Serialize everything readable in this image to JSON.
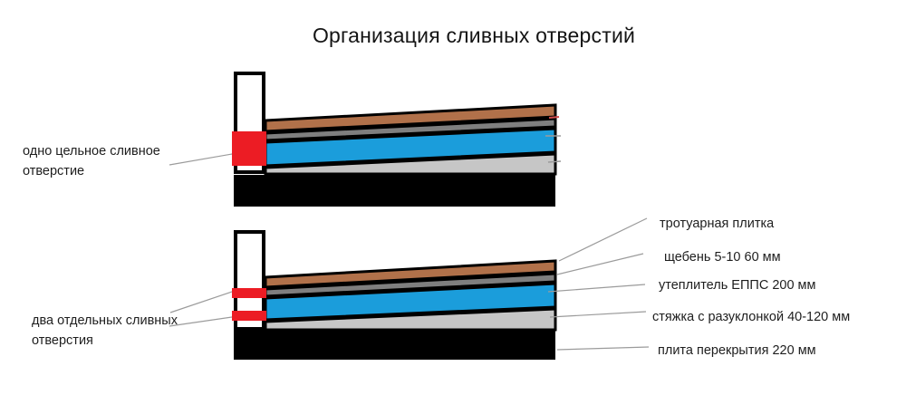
{
  "title": "Организация сливных отверстий",
  "colors": {
    "tile_brown": "#B1714A",
    "gravel_gray": "#7F7F7F",
    "insulation_blue": "#1B9DDB",
    "screed_gray": "#C6C6C6",
    "slab_black": "#000000",
    "drain_red": "#EC1C24",
    "wall_white": "#FFFFFF",
    "leader_gray": "#9B9B9B",
    "stray_tick_red": "#D14B4B"
  },
  "diagram_top": {
    "caption_lines": [
      "одно цельное сливное",
      "отверстие"
    ]
  },
  "diagram_bottom": {
    "caption_lines": [
      "два отдельных сливных",
      "отверстия"
    ]
  },
  "layer_labels": [
    "тротуарная плитка",
    "щебень 5-10 60 мм",
    "утеплитель ЕППС 200 мм",
    "стяжка с разуклонкой 40-120 мм",
    "плита перекрытия 220 мм"
  ]
}
